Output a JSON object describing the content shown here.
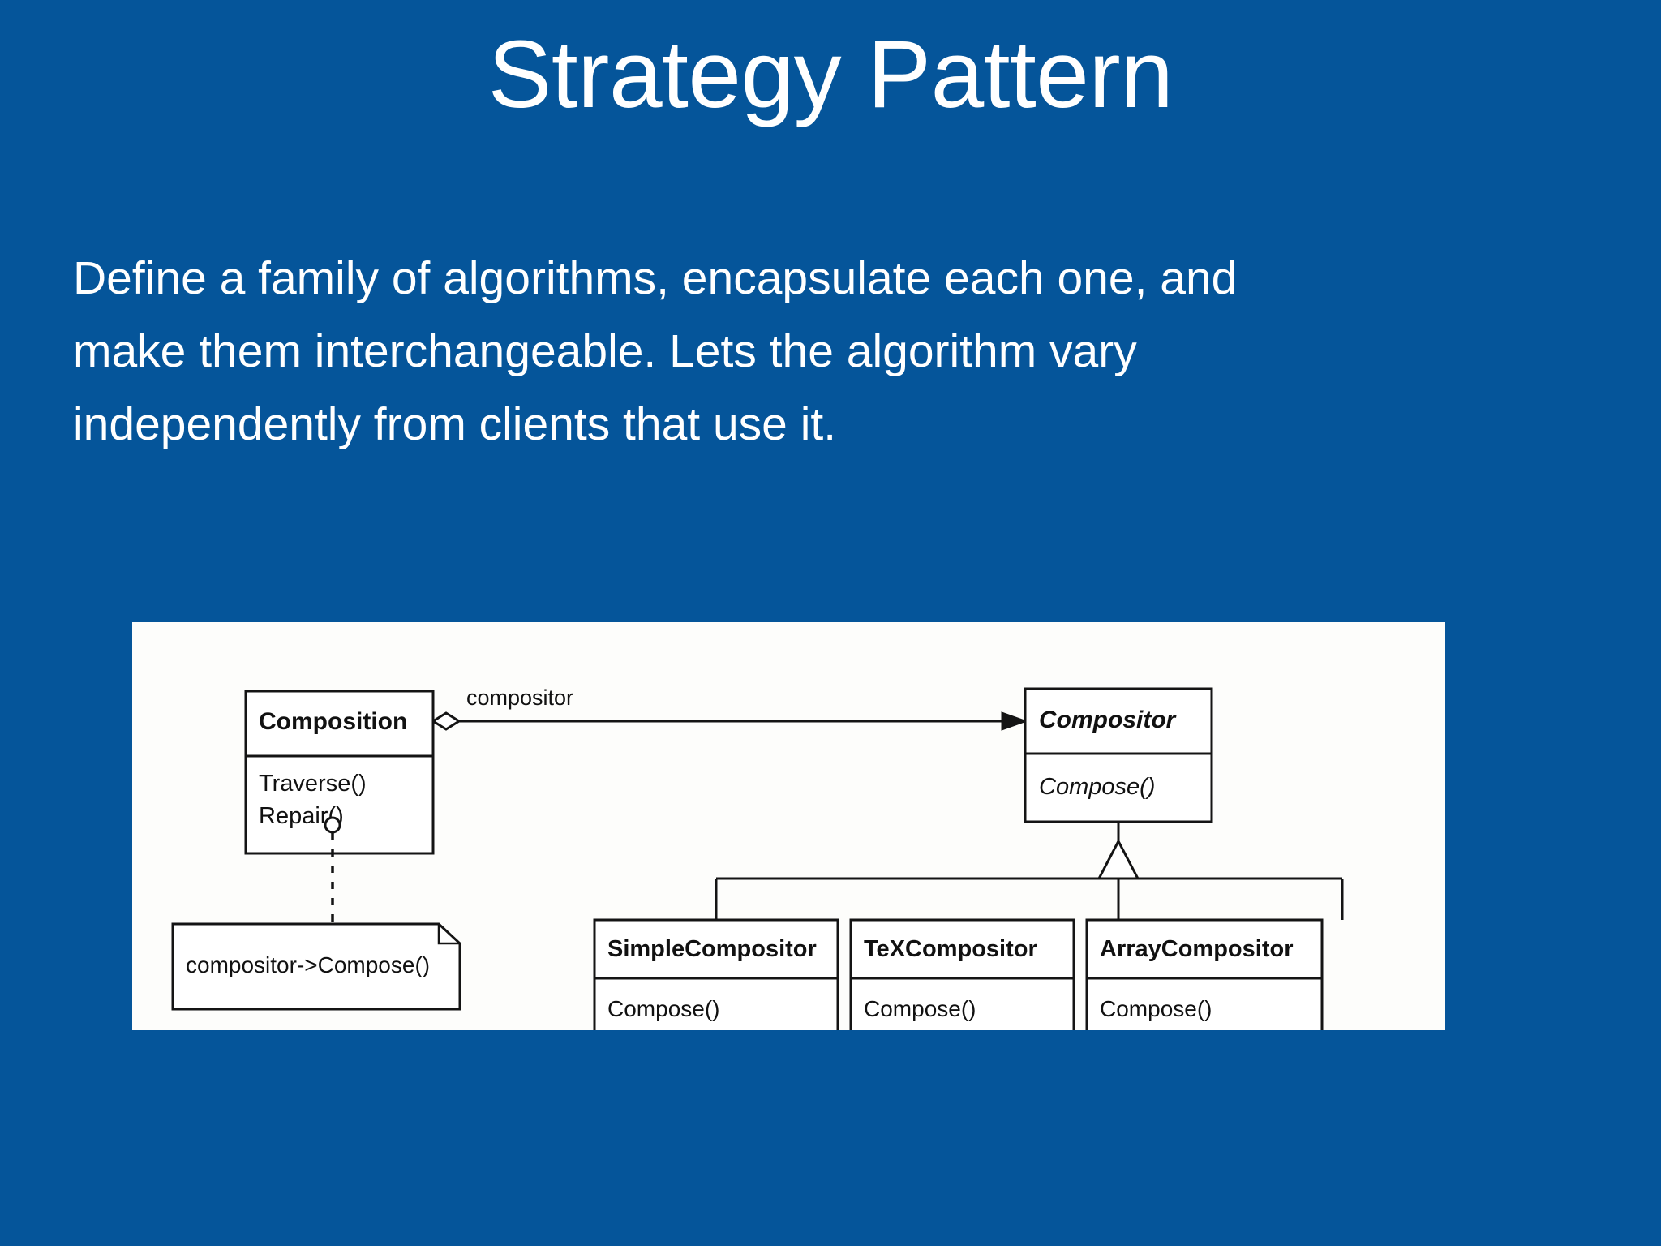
{
  "slide": {
    "title": "Strategy Pattern",
    "background_color": "#05559A",
    "text_color": "#FFFFFF",
    "body_lines": [
      "Define a family of algorithms, encapsulate each one, and",
      "make them interchangeable. Lets the algorithm vary",
      "independently from clients that use it."
    ]
  },
  "diagram": {
    "panel_background": "#FDFDFB",
    "stroke_color": "#141414",
    "classes": {
      "composition": {
        "name": "Composition",
        "abstract": false,
        "operations": [
          "Traverse()",
          "Repair()"
        ]
      },
      "compositor": {
        "name": "Compositor",
        "abstract": true,
        "operations": [
          "Compose()"
        ]
      },
      "simple_compositor": {
        "name": "SimpleCompositor",
        "abstract": false,
        "operations": [
          "Compose()"
        ]
      },
      "tex_compositor": {
        "name": "TeXCompositor",
        "abstract": false,
        "operations": [
          "Compose()"
        ]
      },
      "array_compositor": {
        "name": "ArrayCompositor",
        "abstract": false,
        "operations": [
          "Compose()"
        ]
      }
    },
    "association_label": "compositor",
    "note": {
      "text": "compositor->Compose()"
    }
  }
}
